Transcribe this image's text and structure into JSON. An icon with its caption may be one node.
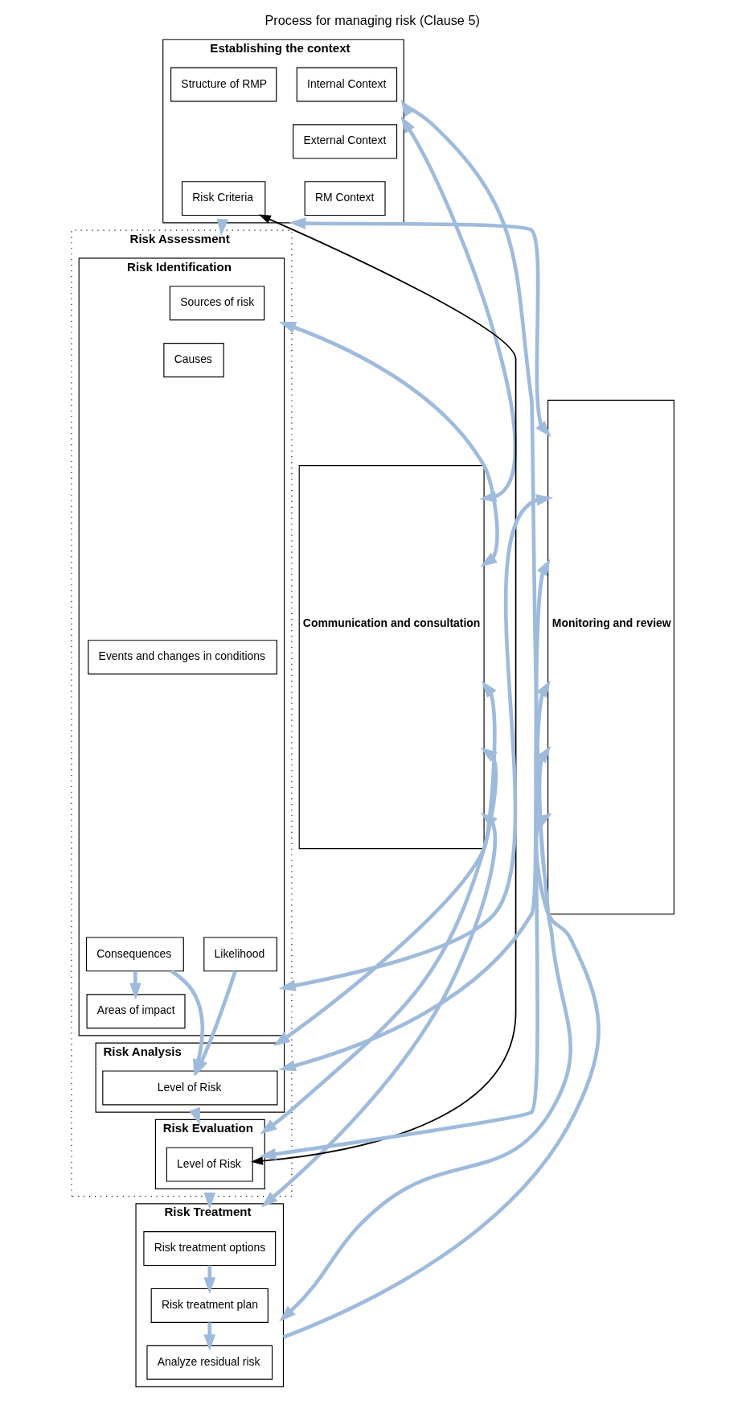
{
  "diagram": {
    "title": "Process for managing risk (Clause 5)",
    "nodes": [
      {
        "text": [
          "Communication and consultation"
        ]
      },
      {
        "text": [
          "Establishing the context"
        ]
      },
      {
        "text": [
          "Internal Context"
        ],
        "in": 1
      },
      {
        "text": [
          "Structure of RMP"
        ],
        "in": 1
      },
      {
        "text": [
          "External Context"
        ],
        "in": 1
      },
      {
        "text": [
          "RM Context"
        ],
        "in": 1
      },
      {
        "text": [
          "Risk Criteria"
        ],
        "in": 1
      },
      {
        "text": [
          "Risk Assessment"
        ]
      },
      {
        "text": [
          "Risk Identification"
        ],
        "in": 7
      },
      {
        "text": [
          "Sources of risk"
        ],
        "in": 8
      },
      {
        "text": [
          "Causes"
        ],
        "in": 8
      },
      {
        "text": [
          "Events and changes in conditions"
        ],
        "in": 8
      },
      {
        "text": [
          "Consequences"
        ],
        "in": 8
      },
      {
        "text": [
          "Likelihood"
        ],
        "in": 8
      },
      {
        "text": [
          "Areas of impact"
        ],
        "in": 8
      },
      {
        "text": [
          "Risk Analysis"
        ],
        "in": 7
      },
      {
        "text": [
          "Level of Risk"
        ],
        "in": 15
      },
      {
        "text": [
          "Risk Evaluation"
        ],
        "in": 7
      },
      {
        "text": [
          "Level of Risk"
        ],
        "in": 17
      },
      {
        "text": [
          "Risk Treatment"
        ]
      },
      {
        "text": [
          "Risk treatment options"
        ],
        "in": 19
      },
      {
        "text": [
          "Risk treatment plan"
        ],
        "in": 19
      },
      {
        "text": [
          "Analyze residual risk"
        ],
        "in": 19
      },
      {
        "text": [
          "Monitoring and review"
        ]
      }
    ],
    "edges": [
      {
        "from": 0,
        "to": 1,
        "arrow": "both"
      },
      {
        "from": 0,
        "to": 8,
        "arrow": "both"
      },
      {
        "from": 0,
        "to": 15,
        "arrow": "both"
      },
      {
        "from": 0,
        "to": 17,
        "arrow": "both"
      },
      {
        "from": 0,
        "to": 19,
        "arrow": "both"
      },
      {
        "from": 1,
        "to": 23,
        "arrow": "both"
      },
      {
        "from": 8,
        "to": 23,
        "arrow": "both"
      },
      {
        "from": 15,
        "to": 23,
        "arrow": "both"
      },
      {
        "from": 17,
        "to": 23,
        "arrow": "both"
      },
      {
        "from": 19,
        "to": 23,
        "arrow": "both"
      },
      {
        "from": 1,
        "to": 7,
        "arrow": "to"
      },
      {
        "from": 12,
        "to": 14,
        "arrow": "to"
      },
      {
        "from": 12,
        "to": 16,
        "arrow": "to"
      },
      {
        "from": 13,
        "to": 16,
        "arrow": "to"
      },
      {
        "from": 15,
        "to": 17,
        "arrow": "to"
      },
      {
        "from": 6,
        "to": 18,
        "arrow": "both",
        "color": "#000000"
      },
      {
        "from": 7,
        "to": 19,
        "arrow": "to"
      },
      {
        "from": 20,
        "to": 21,
        "arrow": "to"
      },
      {
        "from": 21,
        "to": 22,
        "arrow": "to"
      },
      {
        "from": 19,
        "to": 23,
        "arrow": "to"
      },
      {
        "from": 23,
        "to": 1,
        "arrow": "to"
      }
    ]
  }
}
